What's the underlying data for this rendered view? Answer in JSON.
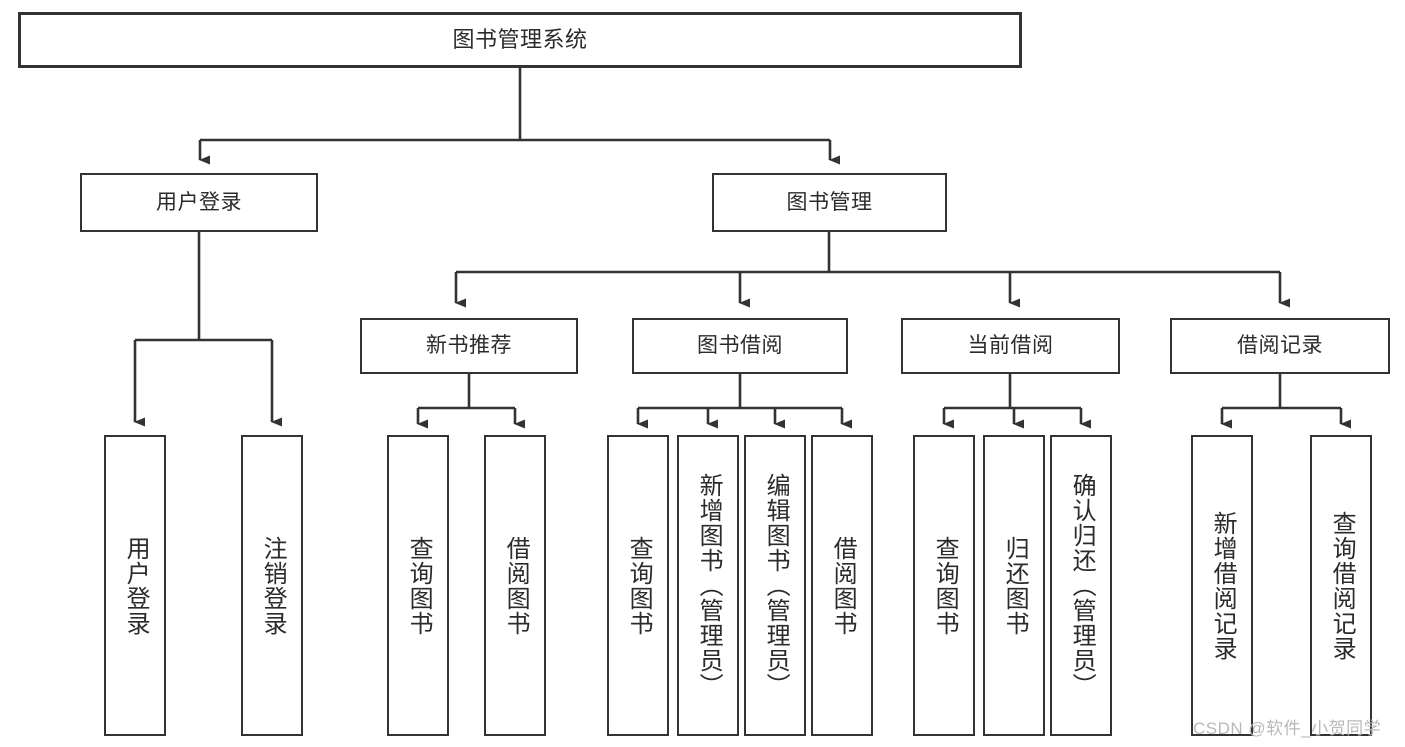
{
  "diagram": {
    "type": "hierarchy-tree",
    "title": "图书管理系统",
    "root": {
      "id": "root",
      "label": "图书管理系统"
    },
    "level2": [
      {
        "id": "user-login",
        "label": "用户登录"
      },
      {
        "id": "book-manage",
        "label": "图书管理"
      }
    ],
    "level3": [
      {
        "id": "new-book-rec",
        "label": "新书推荐",
        "parent": "book-manage"
      },
      {
        "id": "book-borrow",
        "label": "图书借阅",
        "parent": "book-manage"
      },
      {
        "id": "current-borrow",
        "label": "当前借阅",
        "parent": "book-manage"
      },
      {
        "id": "borrow-record",
        "label": "借阅记录",
        "parent": "book-manage"
      }
    ],
    "leaves": [
      {
        "id": "leaf-user-login",
        "label": "用户登录",
        "parent": "user-login"
      },
      {
        "id": "leaf-logout",
        "label": "注销登录",
        "parent": "user-login"
      },
      {
        "id": "leaf-query-book-1",
        "label": "查询图书",
        "parent": "new-book-rec"
      },
      {
        "id": "leaf-borrow-book-1",
        "label": "借阅图书",
        "parent": "new-book-rec"
      },
      {
        "id": "leaf-query-book-2",
        "label": "查询图书",
        "parent": "book-borrow"
      },
      {
        "id": "leaf-add-book",
        "label": "新增图书（管理员）",
        "parent": "book-borrow"
      },
      {
        "id": "leaf-edit-book",
        "label": "编辑图书（管理员）",
        "parent": "book-borrow"
      },
      {
        "id": "leaf-borrow-book-2",
        "label": "借阅图书",
        "parent": "book-borrow"
      },
      {
        "id": "leaf-query-book-3",
        "label": "查询图书",
        "parent": "current-borrow"
      },
      {
        "id": "leaf-return-book",
        "label": "归还图书",
        "parent": "current-borrow"
      },
      {
        "id": "leaf-confirm-return",
        "label": "确认归还（管理员）",
        "parent": "current-borrow"
      },
      {
        "id": "leaf-add-record",
        "label": "新增借阅记录",
        "parent": "borrow-record"
      },
      {
        "id": "leaf-query-record",
        "label": "查询借阅记录",
        "parent": "borrow-record"
      }
    ],
    "colors": {
      "background": "#ffffff",
      "box_border": "#333333",
      "connector": "#333333",
      "text": "#2b2b2b",
      "watermark": "#b9b9b9"
    }
  },
  "watermark": {
    "text": "CSDN @软件_小贺同学"
  }
}
